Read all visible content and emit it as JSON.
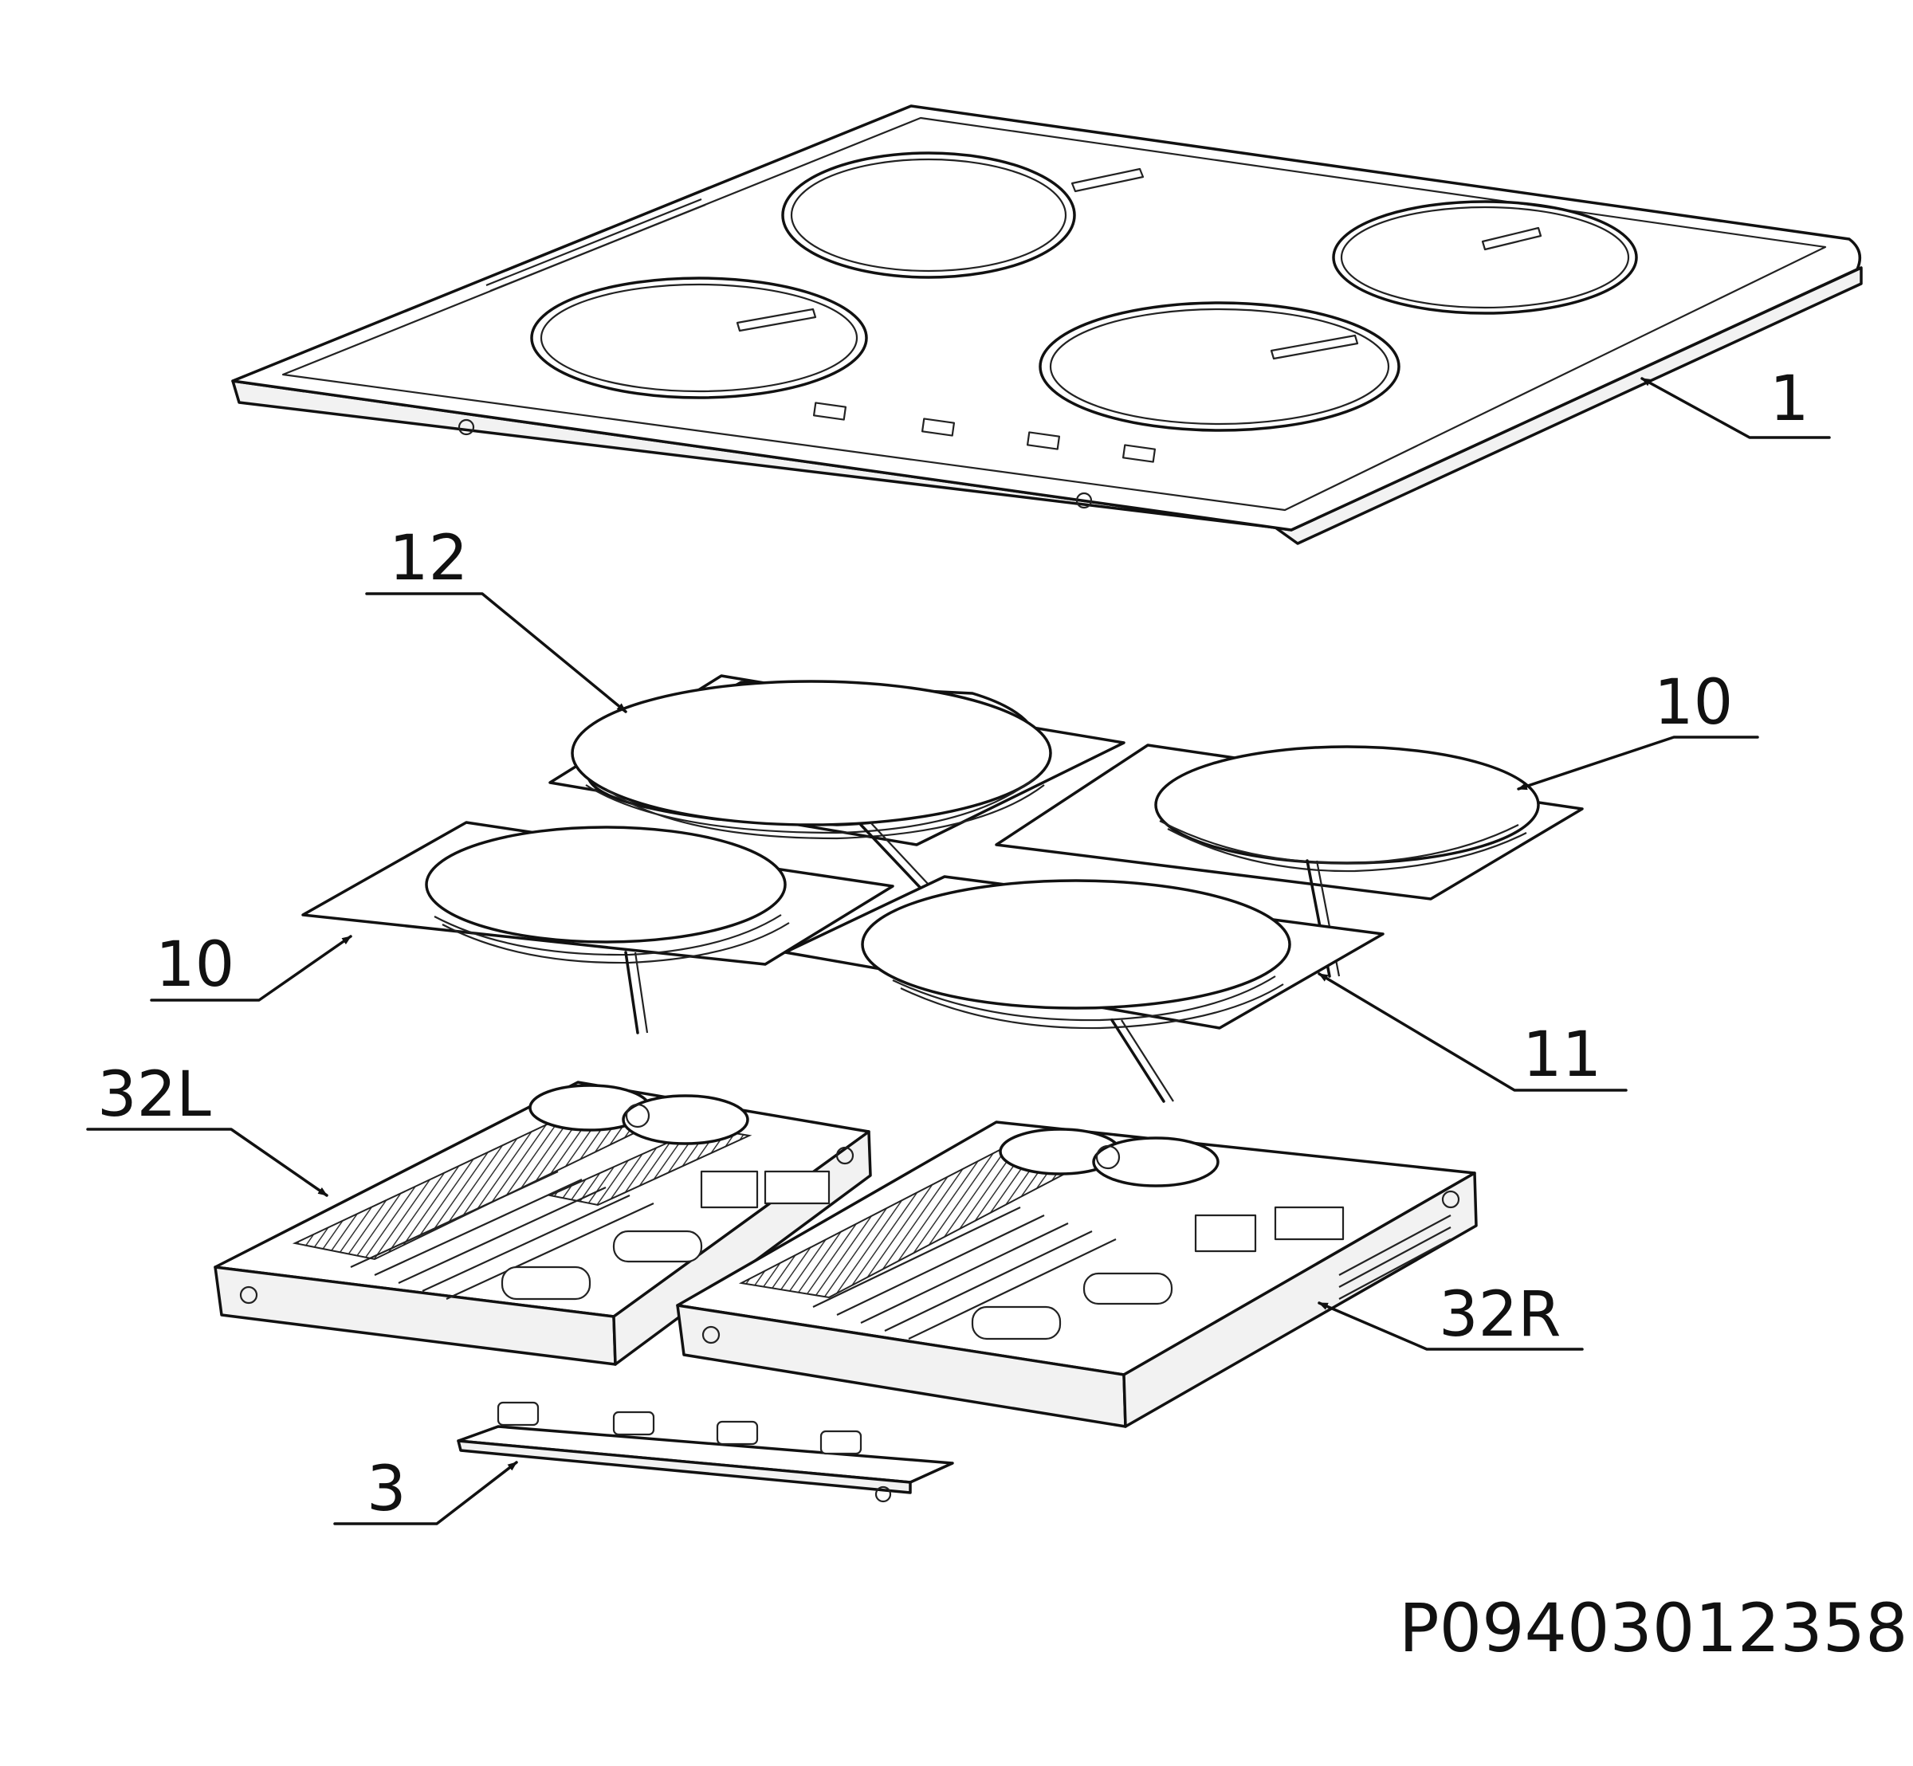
{
  "callouts": {
    "c1": "1",
    "c12": "12",
    "c10_right": "10",
    "c10_left": "10",
    "c11": "11",
    "c32L": "32L",
    "c32R": "32R",
    "c3": "3"
  },
  "drawing_code": "P09403012358"
}
